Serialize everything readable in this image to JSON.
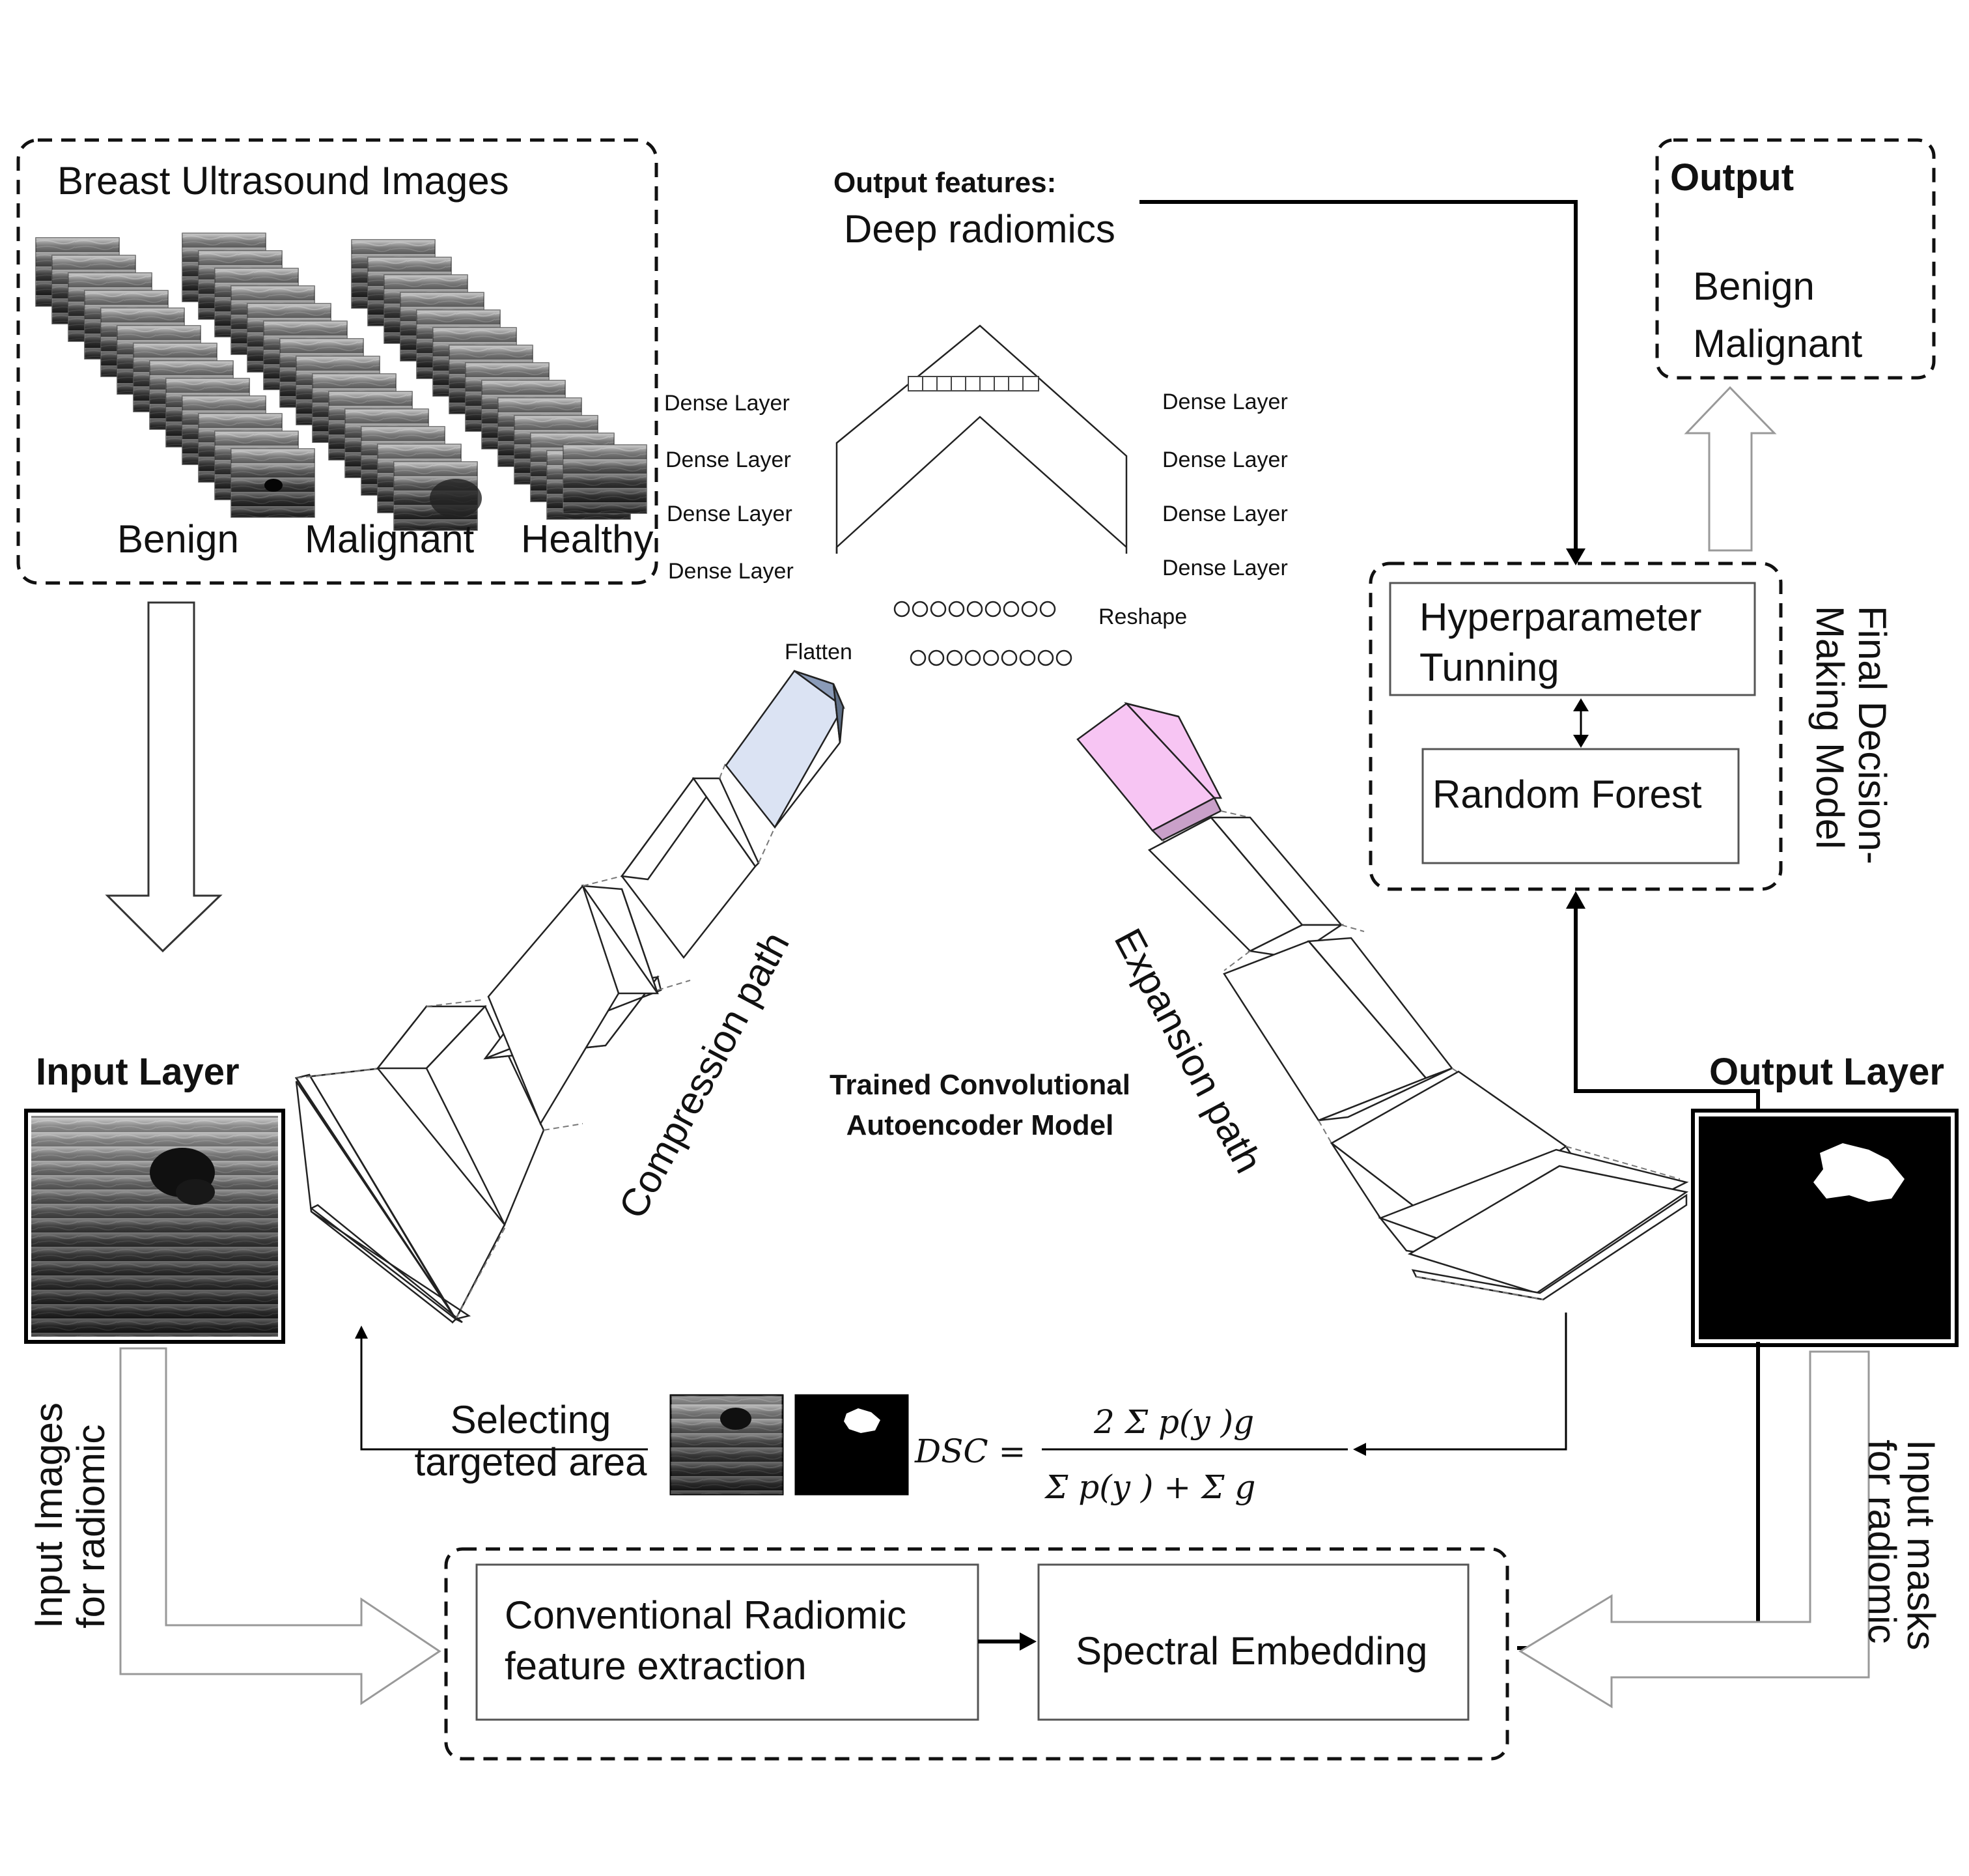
{
  "datasets_panel": {
    "title": "Breast Ultrasound Images",
    "classes": [
      "Benign",
      "Malignant",
      "Healthy"
    ]
  },
  "dense_layers": {
    "left": [
      "Dense Layer",
      "Dense Layer",
      "Dense Layer",
      "Dense Layer"
    ],
    "right": [
      "Dense Layer",
      "Dense Layer",
      "Dense Layer",
      "Dense Layer"
    ]
  },
  "bottleneck": {
    "flatten_label": "Flatten",
    "reshape_label": "Reshape",
    "output_features_title": "Output features:",
    "output_features_subtitle": "Deep radiomics"
  },
  "paths": {
    "compression": "Compression path",
    "expansion": "Expansion path",
    "model_line1": "Trained Convolutional",
    "model_line2": "Autoencoder Model"
  },
  "input_layer": {
    "title": "Input Layer"
  },
  "output_layer": {
    "title": "Output Layer"
  },
  "output_panel": {
    "title": "Output",
    "classes": [
      "Benign",
      "Malignant"
    ]
  },
  "decision_model": {
    "label_line1": "Final Decision-",
    "label_line2": "Making Model",
    "tuning_line1": "Hyperparameter",
    "tuning_line2": "Tunning",
    "classifier": "Random Forest"
  },
  "selection": {
    "line1": "Selecting",
    "line2": "targeted area"
  },
  "dsc_formula": {
    "lhs": "DSC =",
    "numerator": "2 Σ p(y )g",
    "denominator": "Σ p(y ) + Σ g"
  },
  "radiomics": {
    "extraction_line1": "Conventional Radiomic",
    "extraction_line2": "feature extraction",
    "embedding": "Spectral Embedding",
    "input_images_line1": "Input Images",
    "input_images_line2": "for radiomic",
    "input_masks_line1": "Input masks",
    "input_masks_line2": "for radiomic"
  },
  "colors": {
    "flatten_block": "#dbe3f3",
    "reshape_block": "#f7c5f3",
    "reshape_block_dark": "#c9a0c9",
    "ultrasound_dark": "#1a1a1a",
    "mask_background": "#000000"
  },
  "icons": [
    "ultrasound-image-stack",
    "segmentation-mask",
    "ultrasound-image"
  ]
}
